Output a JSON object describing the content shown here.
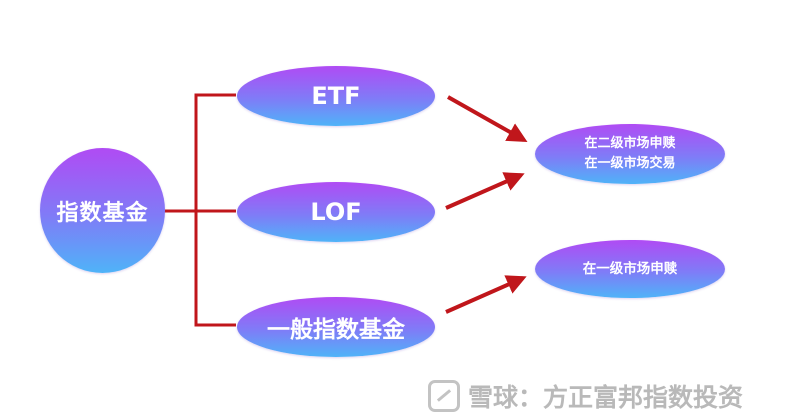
{
  "root": {
    "label": "指数基金"
  },
  "branches": [
    {
      "label": "ETF"
    },
    {
      "label": "LOF"
    },
    {
      "label": "一般指数基金"
    }
  ],
  "destinations": [
    {
      "lines": [
        "在二级市场申赎",
        "在一级市场交易"
      ]
    },
    {
      "lines": [
        "在一级市场申赎"
      ]
    }
  ],
  "colors": {
    "node_top": "#b04bf4",
    "node_bottom": "#4fb3f8",
    "connector": "#c0161b",
    "watermark": "#b9b9b9"
  },
  "watermark": {
    "brand": "雪球",
    "separator": "：",
    "author": "方正富邦指数投资"
  }
}
